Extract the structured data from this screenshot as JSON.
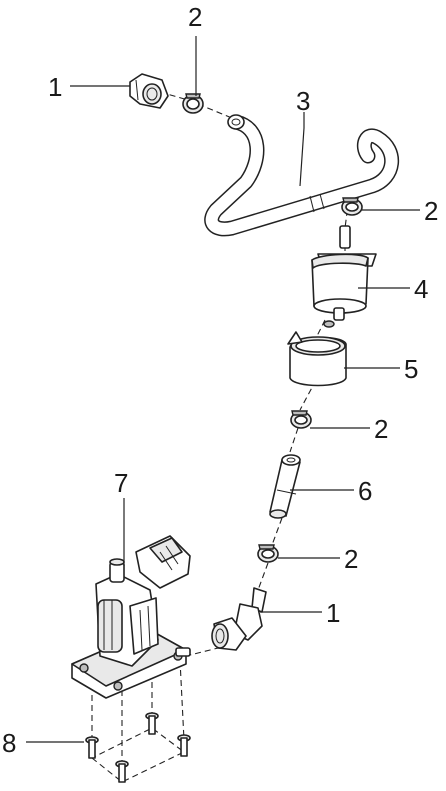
{
  "callouts": [
    {
      "id": "1a",
      "label": "1"
    },
    {
      "id": "2a",
      "label": "2"
    },
    {
      "id": "3",
      "label": "3"
    },
    {
      "id": "2b",
      "label": "2"
    },
    {
      "id": "4",
      "label": "4"
    },
    {
      "id": "5",
      "label": "5"
    },
    {
      "id": "2c",
      "label": "2"
    },
    {
      "id": "6",
      "label": "6"
    },
    {
      "id": "7",
      "label": "7"
    },
    {
      "id": "2d",
      "label": "2"
    },
    {
      "id": "1b",
      "label": "1"
    },
    {
      "id": "8",
      "label": "8"
    }
  ]
}
